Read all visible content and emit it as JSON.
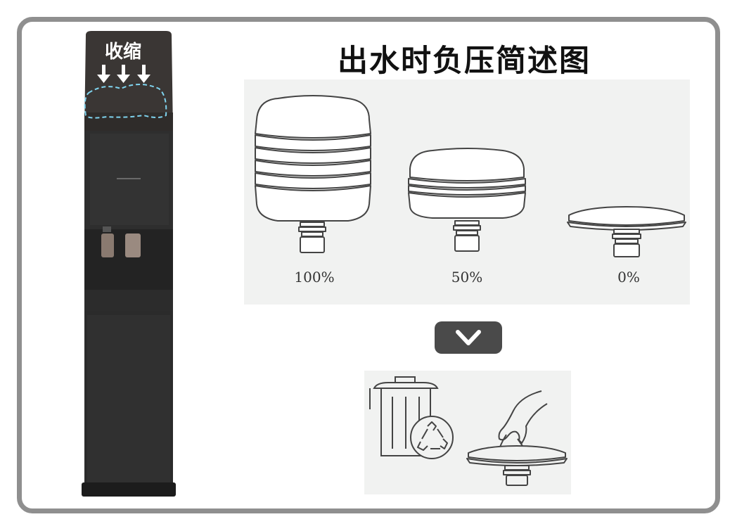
{
  "title": "出水时负压简述图",
  "shrink_label": "收缩",
  "bottle_levels": [
    {
      "label": "100%",
      "fill": 1.0
    },
    {
      "label": "50%",
      "fill": 0.5
    },
    {
      "label": "0%",
      "fill": 0.0
    }
  ],
  "icons": {
    "chevron": "chevron-down-icon",
    "trash": "trash-can-icon",
    "recycle": "recycle-icon",
    "hand": "hand-lifting-bottle-icon"
  },
  "colors": {
    "frame": "#8f8f8f",
    "panel": "#f1f2f1",
    "machine": "#2b2b2b",
    "dash_outline": "#7fd3ee",
    "chevron_button": "#4a4a4a"
  }
}
